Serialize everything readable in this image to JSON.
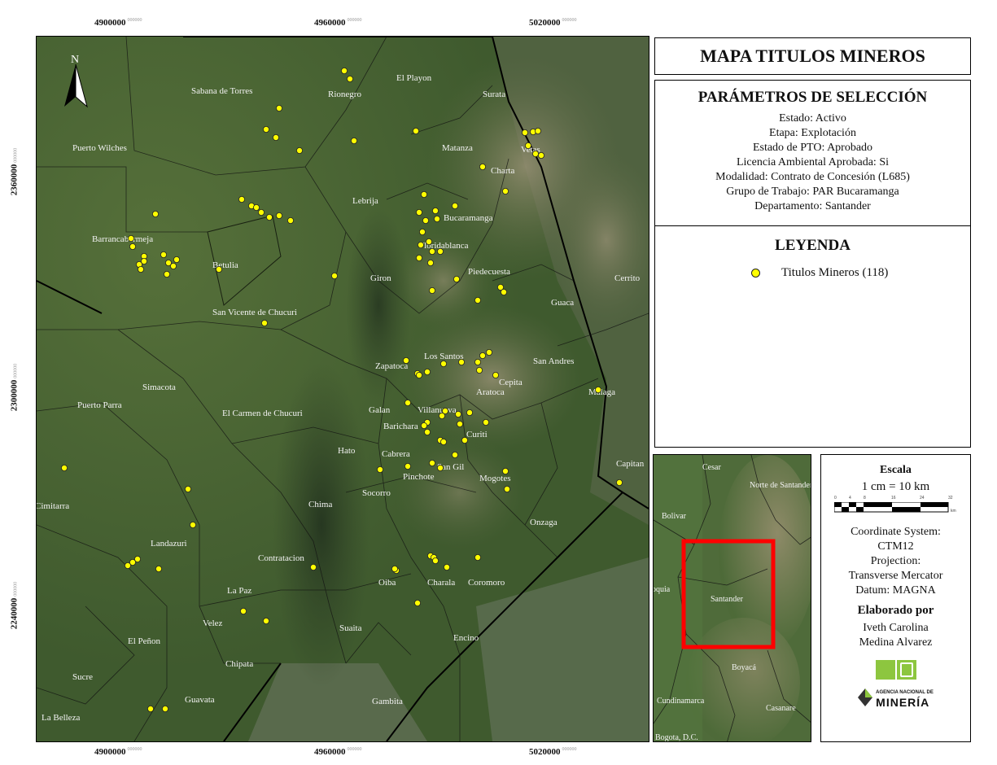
{
  "coords": {
    "x_labels": [
      "4900000",
      "4960000",
      "5020000"
    ],
    "x_suffix": "000000",
    "y_labels": [
      "2360000",
      "2300000",
      "2240000"
    ],
    "y_suffix": "000000"
  },
  "north_label": "N",
  "title": "MAPA TITULOS MINEROS",
  "parameters": {
    "heading": "PARÁMETROS DE SELECCIÓN",
    "lines": [
      "Estado: Activo",
      "Etapa: Explotación",
      "Estado de PTO: Aprobado",
      "Licencia Ambiental Aprobada: Si",
      "Modalidad: Contrato de Concesión (L685)",
      "Grupo de Trabajo: PAR Bucaramanga",
      "Departamento: Santander"
    ]
  },
  "legend": {
    "heading": "LEYENDA",
    "item_label": "Titulos Mineros (118)",
    "dot_color": "#ffff00"
  },
  "info": {
    "scale_heading": "Escala",
    "scale_text": "1 cm = 10 km",
    "scale_ticks": [
      "0",
      "4",
      "8",
      "16",
      "24",
      "32"
    ],
    "scale_unit": "km",
    "coord_system": "Coordinate System:",
    "coord_value": "CTM12",
    "projection": "Projection:",
    "projection_value": "Transverse Mercator",
    "datum": "Datum: MAGNA",
    "author_heading": "Elaborado por",
    "author_line1": "Iveth Carolina",
    "author_line2": "Medina Alvarez",
    "agency_line1": "AGENCIA NACIONAL DE",
    "agency_line2": "MINERÍA"
  },
  "inset_labels": [
    "Cesar",
    "Norte de Santander",
    "Bolivar",
    "oquia",
    "Santander",
    "Boyacá",
    "Cundinamarca",
    "Casanare",
    "Bogota, D.C."
  ],
  "municipalities": [
    "El Playon",
    "Surata",
    "Rionegro",
    "Sabana de Torres",
    "Puerto Wilches",
    "Matanza",
    "Charta",
    "Vetas",
    "Lebrija",
    "Bucaramanga",
    "Barrancabermeja",
    "Floridablanca",
    "Betulia",
    "Giron",
    "Piedecuesta",
    "Guaca",
    "Cerrito",
    "San Vicente de Chucuri",
    "Los Santos",
    "San Andres",
    "Zapatoca",
    "Malaga",
    "Cepita",
    "Simacota",
    "Aratoca",
    "Puerto Parra",
    "El Carmen de Chucuri",
    "Galan",
    "Villanueva",
    "Barichara",
    "Curiti",
    "Hato",
    "Cabrera",
    "San Gil",
    "Pinchote",
    "Mogotes",
    "Capitan",
    "Socorro",
    "Cimitarra",
    "Landazuri",
    "Chima",
    "Onzaga",
    "Contratacion",
    "La Paz",
    "Charala",
    "Oiba",
    "Coromoro",
    "Velez",
    "El Peñon",
    "Suaita",
    "Encino",
    "Chipata",
    "Sucre",
    "Guavata",
    "Gambita",
    "La Belleza"
  ],
  "colors": {
    "point": "#ffff00",
    "inset_rect": "#ff0000",
    "agency_green": "#8dc63f"
  }
}
